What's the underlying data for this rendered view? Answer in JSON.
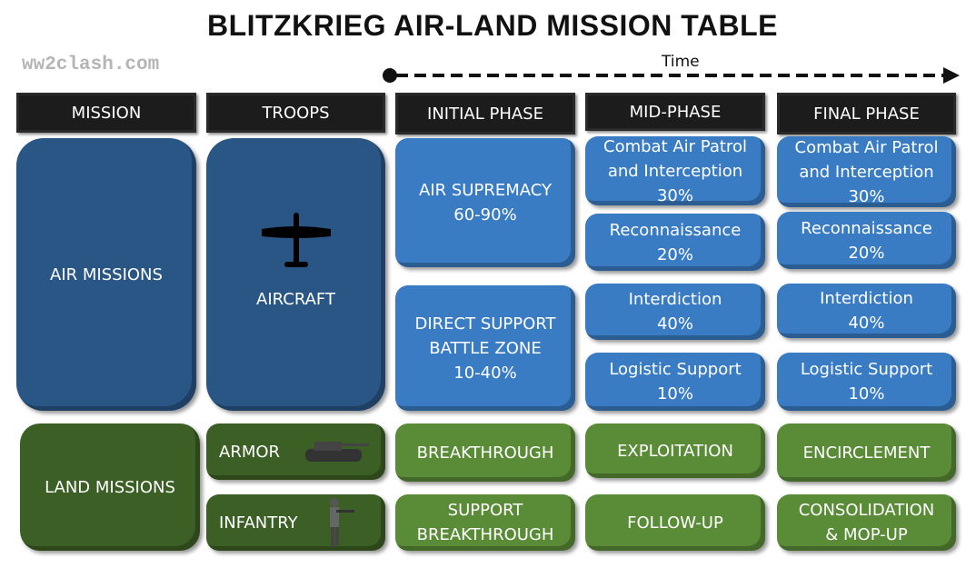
{
  "title": "BLITZKRIEG AIR-LAND MISSION TABLE",
  "watermark": "ww2clash.com",
  "time_label": "Time",
  "headers": [
    "MISSION",
    "TROOPS",
    "INITIAL PHASE",
    "MID-PHASE",
    "FINAL PHASE"
  ],
  "air": {
    "mission": "AIR MISSIONS",
    "troops": "AIRCRAFT",
    "initial": [
      {
        "l1": "AIR SUPREMACY",
        "l2": "60-90%"
      },
      {
        "l1": "DIRECT SUPPORT",
        "l2": "BATTLE ZONE",
        "l3": "10-40%"
      }
    ],
    "mid": [
      {
        "l1": "Combat Air Patrol",
        "l2": "and Interception",
        "l3": "30%"
      },
      {
        "l1": "Reconnaissance",
        "l2": "20%"
      },
      {
        "l1": "Interdiction",
        "l2": "40%"
      },
      {
        "l1": "Logistic Support",
        "l2": "10%"
      }
    ],
    "final": [
      {
        "l1": "Combat Air Patrol",
        "l2": "and Interception",
        "l3": "30%"
      },
      {
        "l1": "Reconnaissance",
        "l2": "20%"
      },
      {
        "l1": "Interdiction",
        "l2": "40%"
      },
      {
        "l1": "Logistic Support",
        "l2": "10%"
      }
    ]
  },
  "land": {
    "mission": "LAND MISSIONS",
    "armor": "ARMOR",
    "infantry": "INFANTRY",
    "row1": [
      "BREAKTHROUGH",
      "EXPLOITATION",
      "ENCIRCLEMENT"
    ],
    "row2": [
      {
        "l1": "SUPPORT",
        "l2": "BREAKTHROUGH"
      },
      {
        "l1": "FOLLOW-UP"
      },
      {
        "l1": "CONSOLIDATION",
        "l2": "& MOP-UP"
      }
    ]
  },
  "colors": {
    "air_dark": "#2a5686",
    "air_light": "#3a7cc4",
    "land_dark": "#3c5f25",
    "land_light": "#5a8b37"
  }
}
